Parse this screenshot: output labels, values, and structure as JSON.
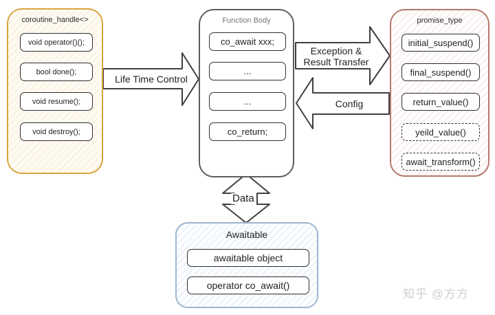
{
  "coroutine_handle": {
    "title": "coroutine_handle<>",
    "items": [
      "void operator()();",
      "bool done();",
      "void resume();",
      "void destroy();"
    ]
  },
  "function_body": {
    "title": "Function Body",
    "items": [
      "co_await xxx;",
      "...",
      "...",
      "co_return;"
    ]
  },
  "promise_type": {
    "title": "promise_type",
    "items": [
      "initial_suspend()",
      "final_suspend()",
      "return_value()",
      "yeild_value()",
      "await_transform()"
    ]
  },
  "awaitable": {
    "title": "Awaitable",
    "items": [
      "awaitable object",
      "operator co_await()"
    ]
  },
  "arrows": {
    "life_time_control": "Life Time Control",
    "exception_line1": "Exception &",
    "exception_line2": "Result Transfer",
    "config": "Config",
    "data": "Data"
  },
  "watermark": "知乎 @方方",
  "colors": {
    "coroutine_border": "#d9a43c",
    "function_border": "#5c5c5c",
    "promise_border": "#b5786a",
    "awaitable_border": "#9db5ce",
    "arrow_stroke": "#3f3f3f",
    "watermark_text": "#cfcfcf"
  }
}
